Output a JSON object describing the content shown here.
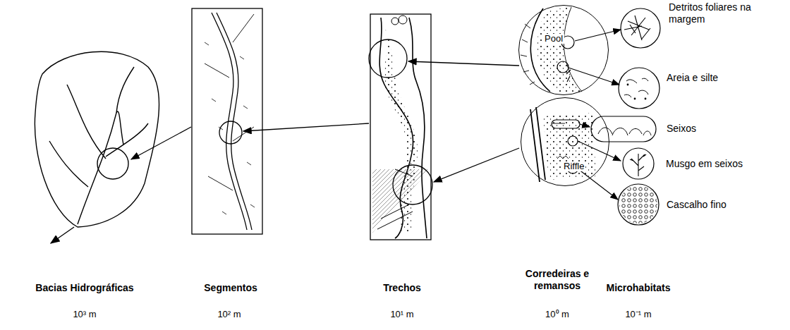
{
  "diagram": {
    "nodes": [
      {
        "text": [
          "Pool"
        ]
      },
      {
        "text": [
          "Riffle"
        ]
      }
    ],
    "labels": [
      "Detritos foliares na margem",
      "Areia e silte",
      "Seixos",
      "Musgo em seixos",
      "Cascalho fino",
      "Bacias Hidrográficas",
      "Segmentos",
      "Trechos",
      "Corredeiras e remansos",
      "Microhabitats",
      "10³ m",
      "10² m",
      "10¹ m",
      "10⁰ m",
      "10⁻¹ m"
    ]
  }
}
